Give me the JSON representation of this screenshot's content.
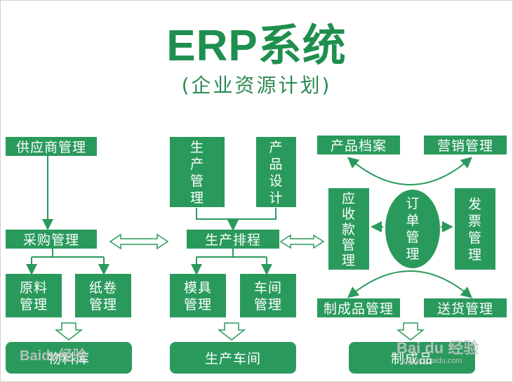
{
  "title": "ERP系统",
  "subtitle": "(企业资源计划)",
  "nodes": {
    "supplier_mgmt": "供应商管理",
    "purchase_mgmt": "采购管理",
    "raw_material_mgmt": "原料\n管理",
    "paper_roll_mgmt": "纸卷\n管理",
    "material_warehouse": "物料库",
    "production_mgmt": "生\n产\n管\n理",
    "product_design": "产\n品\n设\n计",
    "production_schedule": "生产排程",
    "mold_mgmt": "模具\n管理",
    "workshop_mgmt": "车间\n管理",
    "production_workshop": "生产车间",
    "product_archive": "产品档案",
    "marketing_mgmt": "营销管理",
    "receivables_mgmt": "应\n收\n款\n管\n理",
    "order_mgmt": "订\n单\n管\n理",
    "invoice_mgmt": "发\n票\n管\n理",
    "finished_goods_mgmt": "制成品管理",
    "delivery_mgmt": "送货管理",
    "finished_goods": "制成品"
  },
  "watermark": {
    "brand": "Bai du 经验",
    "url": "jingyan.baidu.com"
  },
  "colors": {
    "box": "#2a9a5c",
    "title": "#1e8f4e",
    "line": "#2a9a5c"
  }
}
